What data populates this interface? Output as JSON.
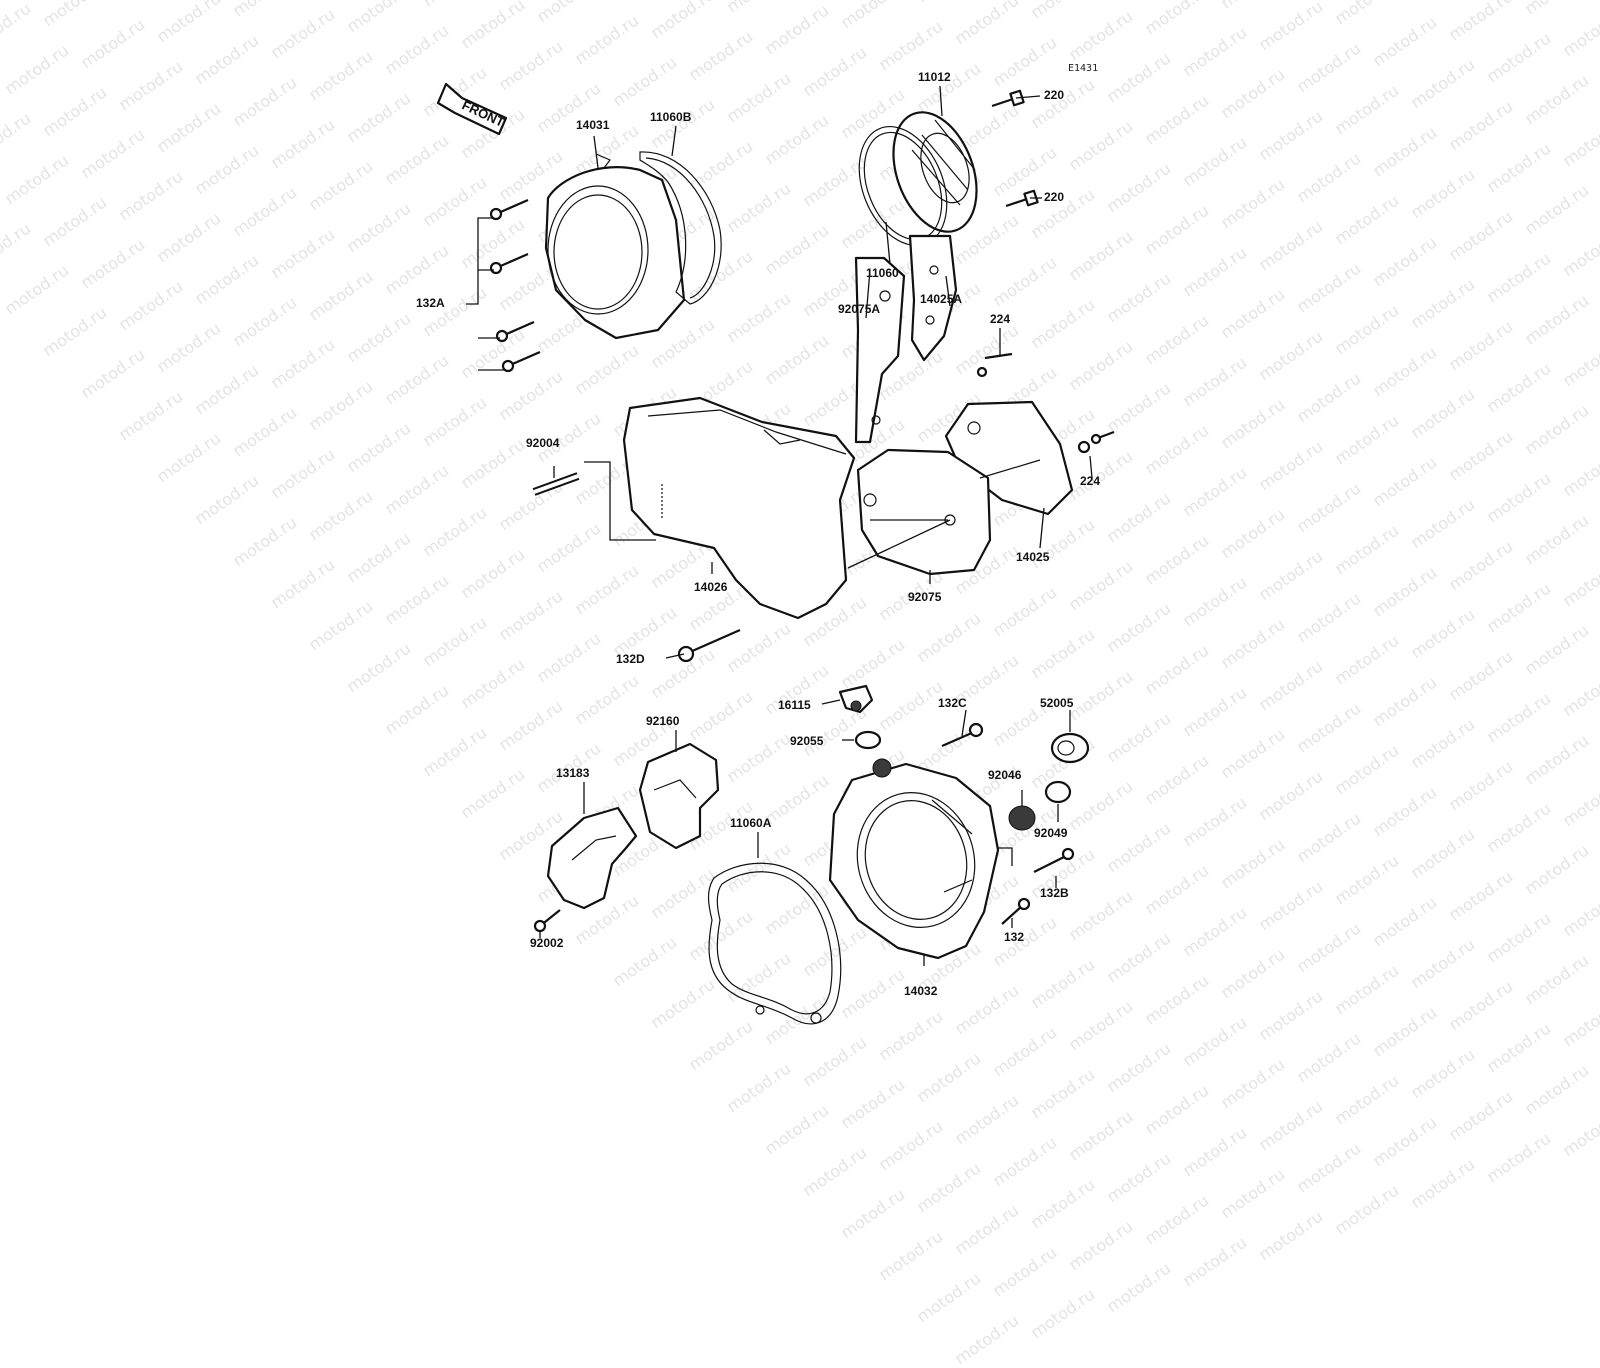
{
  "diagram_code": "E1431",
  "front_marker": "FRONT",
  "watermark": "motod.ru",
  "labels": {
    "p14031": "14031",
    "p11060B": "11060B",
    "p11012": "11012",
    "p220a": "220",
    "p220b": "220",
    "p11060": "11060",
    "p132A": "132A",
    "p92075A": "92075A",
    "p14025A": "14025A",
    "p224a": "224",
    "p224b": "224",
    "p92004": "92004",
    "p14025": "14025",
    "p14026": "14026",
    "p92075": "92075",
    "p132D": "132D",
    "p16115": "16115",
    "p92055": "92055",
    "p132C": "132C",
    "p52005": "52005",
    "p92160": "92160",
    "p13183": "13183",
    "p92046": "92046",
    "p92049": "92049",
    "p11060A": "11060A",
    "p132B": "132B",
    "p132": "132",
    "p92002": "92002",
    "p14032": "14032"
  }
}
